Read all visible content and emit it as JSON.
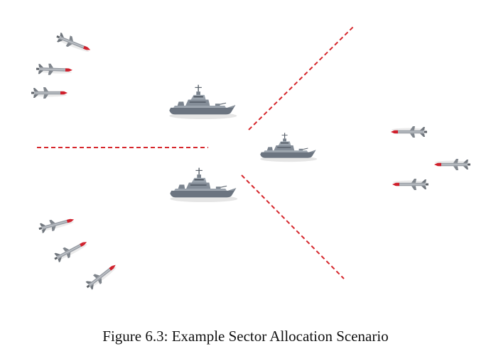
{
  "figure": {
    "caption": "Figure 6.3: Example Sector Allocation Scenario"
  },
  "colors": {
    "sector_line": "#d6262b",
    "missile_body": "#9a9fa6",
    "missile_nose": "#d01f2b",
    "ship_hull": "#6b7480",
    "ship_superstructure": "#8a939e"
  },
  "icons": {
    "ship": "warship-icon",
    "missile": "missile-icon"
  },
  "counts": {
    "ships": 3,
    "missiles": 9
  }
}
